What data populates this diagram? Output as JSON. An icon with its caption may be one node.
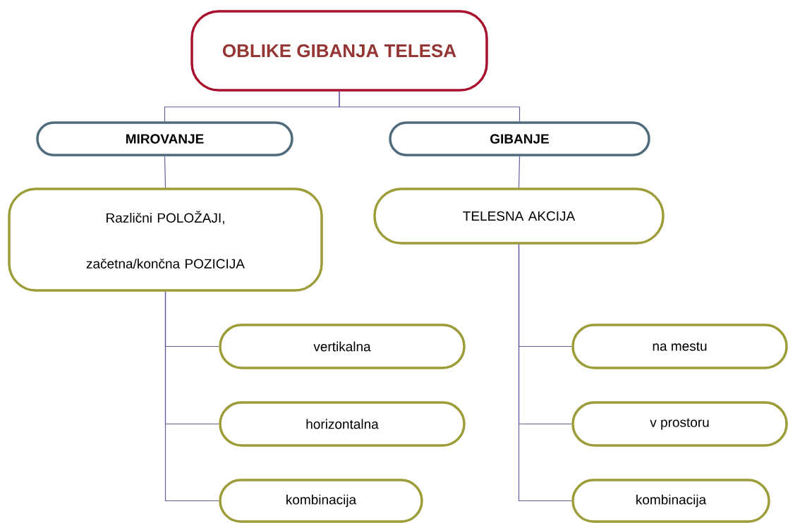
{
  "diagram": {
    "nodes": [
      {
        "text": [
          "OBLIKE GIBANJA TELESA"
        ]
      },
      {
        "text": [
          "MIROVANJE"
        ]
      },
      {
        "text": [
          "GIBANJE"
        ]
      },
      {
        "text": [
          "Različni POLOŽAJI, začetna/končna POZICIJA"
        ]
      },
      {
        "text": [
          "TELESNA AKCIJA"
        ]
      },
      {
        "text": [
          "vertikalna"
        ]
      },
      {
        "text": [
          "horizontalna"
        ]
      },
      {
        "text": [
          "kombinacija"
        ]
      },
      {
        "text": [
          "na mestu"
        ]
      },
      {
        "text": [
          "v prostoru"
        ]
      },
      {
        "text": [
          "kombinacija"
        ]
      }
    ],
    "edges": [
      {
        "from": 0,
        "to": 1,
        "arrow": "none"
      },
      {
        "from": 0,
        "to": 2,
        "arrow": "none"
      },
      {
        "from": 1,
        "to": 3,
        "arrow": "none"
      },
      {
        "from": 2,
        "to": 4,
        "arrow": "none"
      },
      {
        "from": 3,
        "to": 5,
        "arrow": "none"
      },
      {
        "from": 3,
        "to": 6,
        "arrow": "none"
      },
      {
        "from": 3,
        "to": 7,
        "arrow": "none"
      },
      {
        "from": 4,
        "to": 8,
        "arrow": "none"
      },
      {
        "from": 4,
        "to": 9,
        "arrow": "none"
      },
      {
        "from": 4,
        "to": 10,
        "arrow": "none"
      }
    ]
  }
}
